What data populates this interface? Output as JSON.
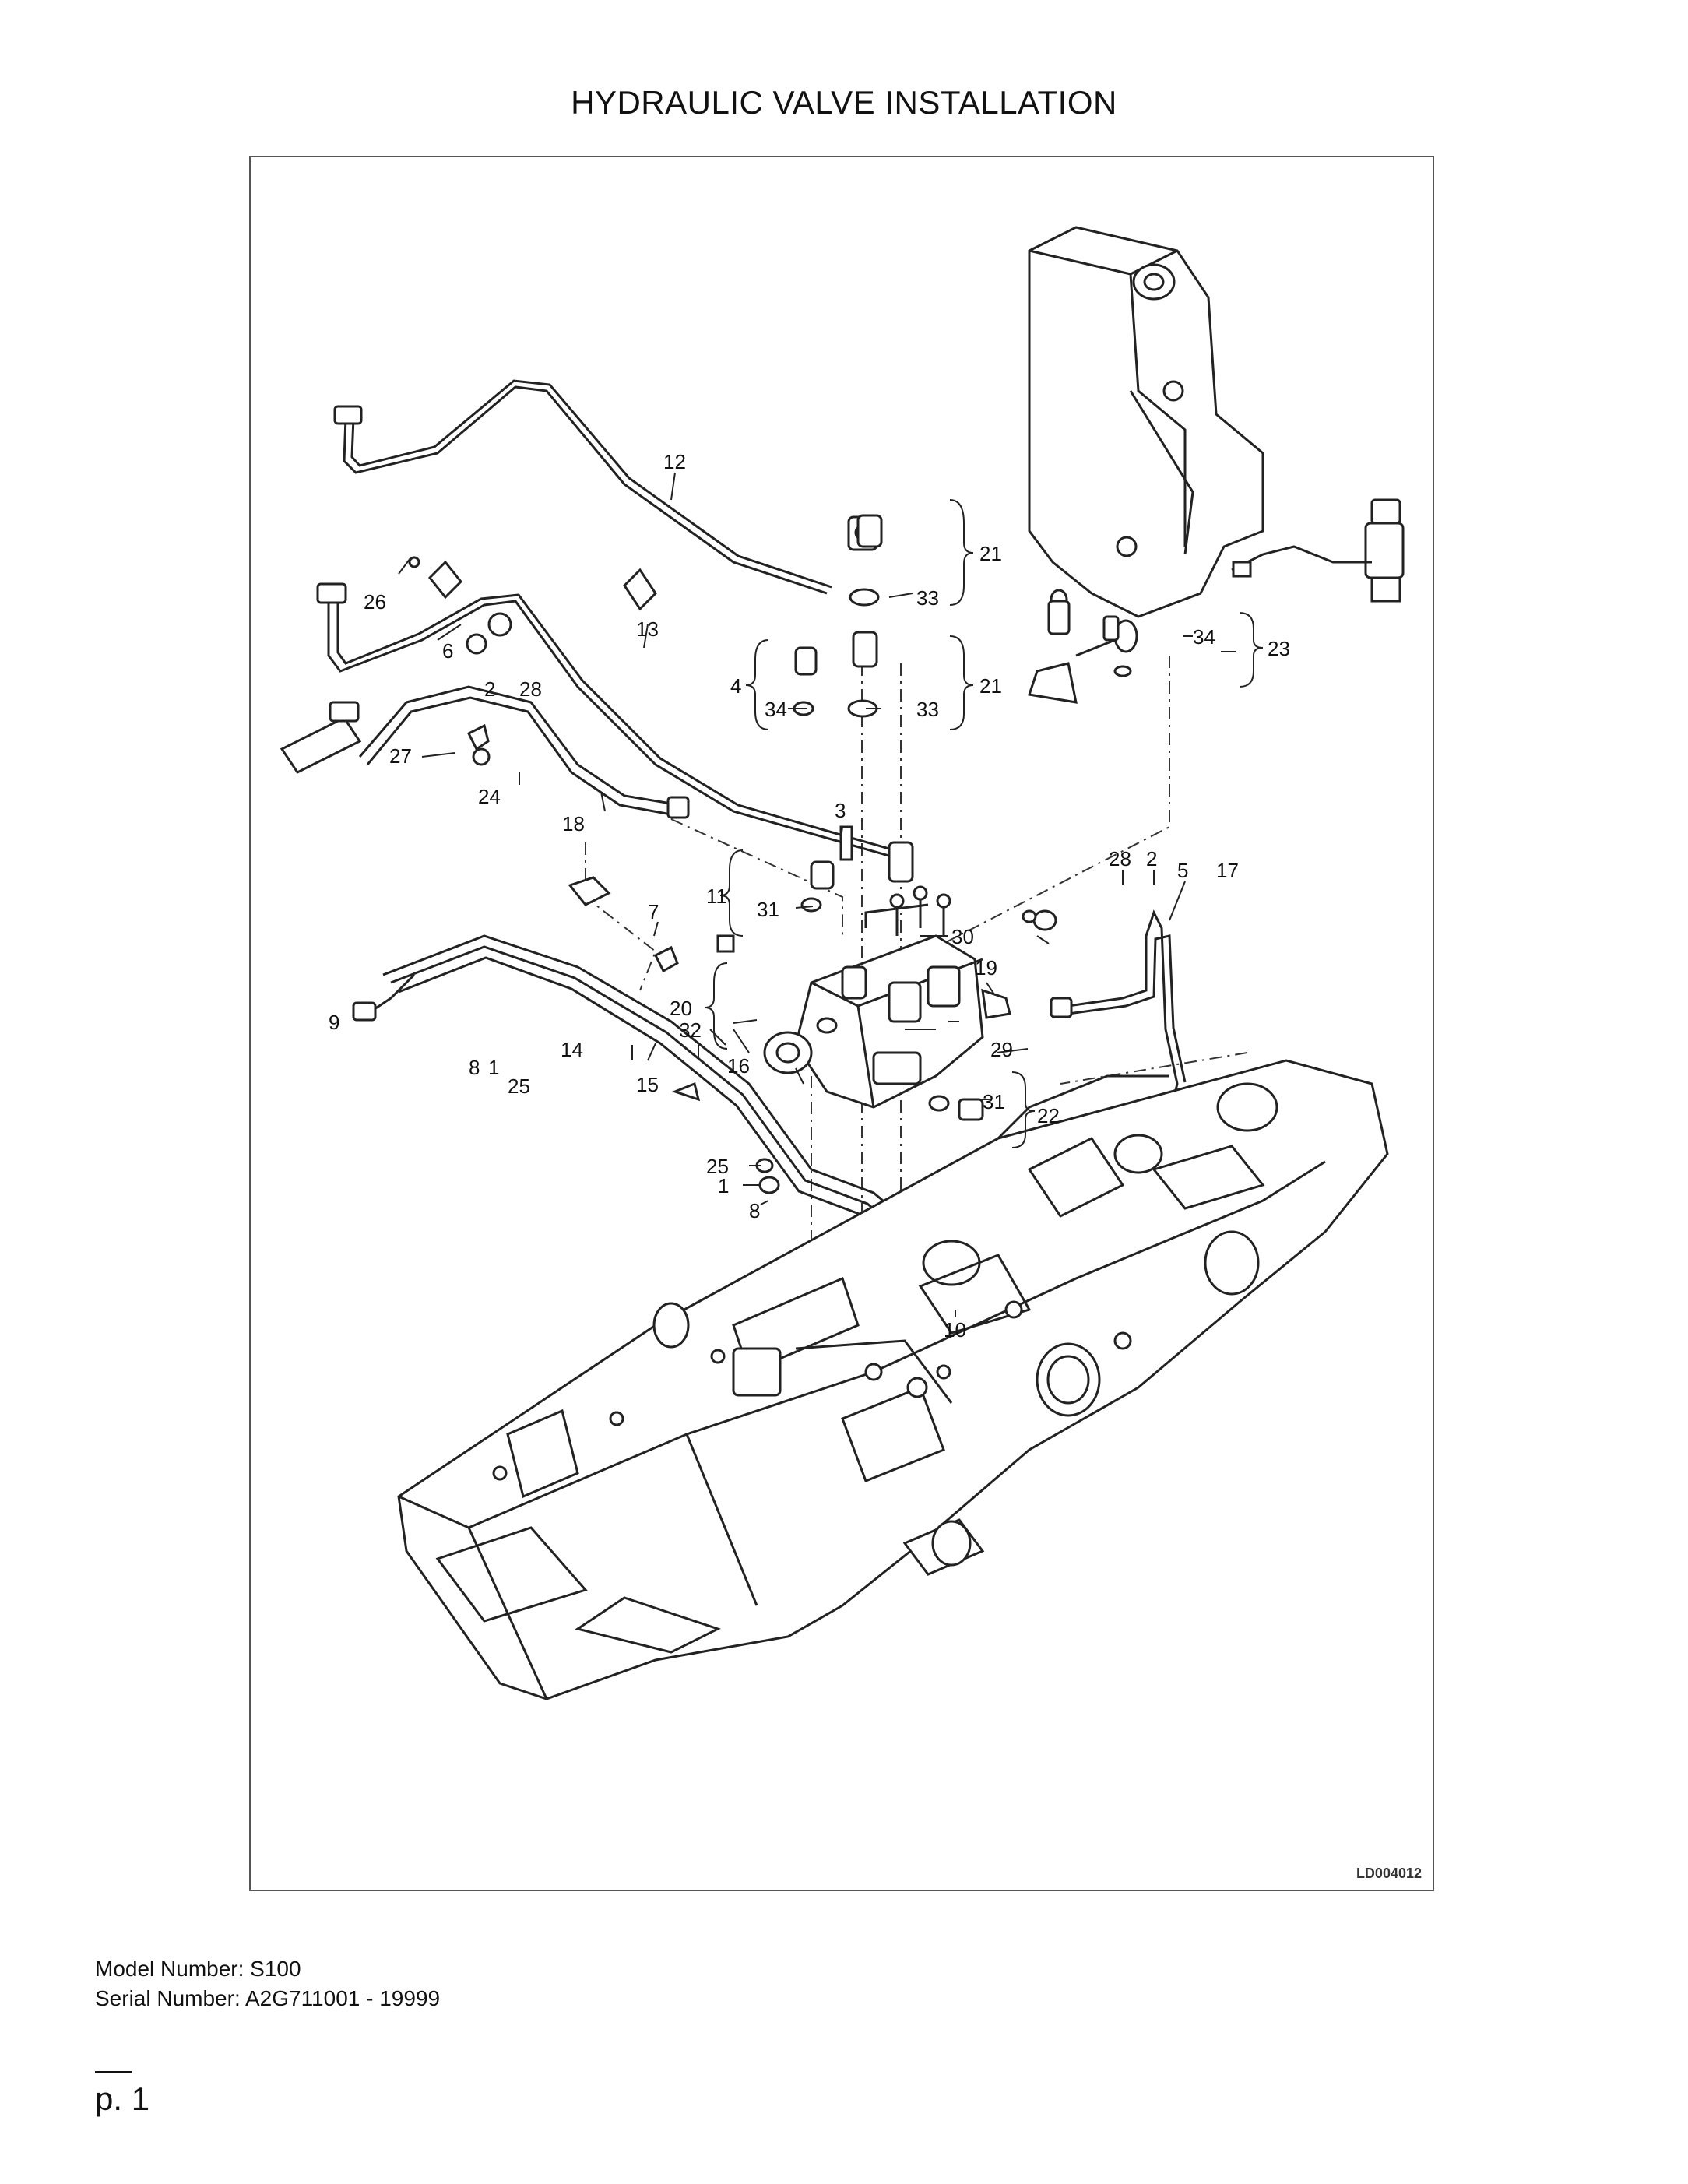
{
  "title": "HYDRAULIC VALVE INSTALLATION",
  "drawing_id": "LD004012",
  "model_label": "Model Number: S100",
  "serial_label": "Serial Number: A2G711001 - 19999",
  "page_label": "p. 1",
  "callouts": [
    "12",
    "21",
    "33",
    "26",
    "6",
    "13",
    "2",
    "28",
    "4",
    "34",
    "21",
    "33",
    "27",
    "24",
    "18",
    "3",
    "11",
    "31",
    "28",
    "2",
    "5",
    "17",
    "7",
    "30",
    "19",
    "20",
    "32",
    "9",
    "8",
    "1",
    "25",
    "14",
    "15",
    "16",
    "29",
    "31",
    "22",
    "25",
    "1",
    "8",
    "10",
    "23",
    "34"
  ]
}
